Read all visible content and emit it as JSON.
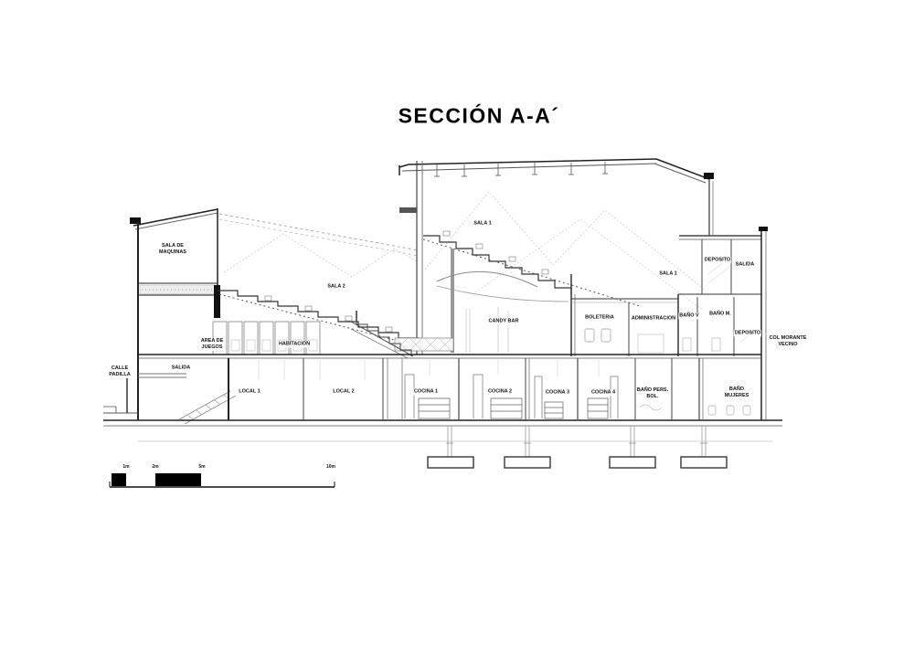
{
  "title": "SECCIÓN A-A´",
  "colors": {
    "background": "#ffffff",
    "ink": "#111111",
    "light_line": "#999999"
  },
  "labels": {
    "sala_de_maquinas": "SALA DE\nMAQUINAS",
    "sala_2": "SALA 2",
    "sala_1_upper": "SALA 1",
    "sala_1_right": "SALA 1",
    "area_de_juegos": "AREA DE\nJUEGOS",
    "habitacion": "HABITACION",
    "salida_left": "SALIDA",
    "calle_padilla": "CALLE\nPADILLA",
    "candy_bar": "CANDY BAR",
    "boleteria": "BOLETERIA",
    "administracion": "ADMINISTRACION",
    "bano_v": "BAÑO V",
    "bano_m": "BAÑO M.",
    "deposito_upper": "DEPOSITO",
    "salida_right": "SALIDA",
    "deposito_lower": "DEPOSITO",
    "col_morante_vecino": "COL MORANTE\nVECINO",
    "local_1": "LOCAL 1",
    "local_2": "LOCAL 2",
    "cocina_1": "COCINA 1",
    "cocina_2": "COCINA 2",
    "cocina_3": "COCINA 3",
    "cocina_4": "COCINA 4",
    "bano_pers_bol": "BAÑO PERS.\nBOL.",
    "bano_mujeres": "BAÑO\nMUJERES"
  },
  "scale_bar": {
    "m1": "1m",
    "m2": "2m",
    "m5": "5m",
    "m10": "10m"
  }
}
